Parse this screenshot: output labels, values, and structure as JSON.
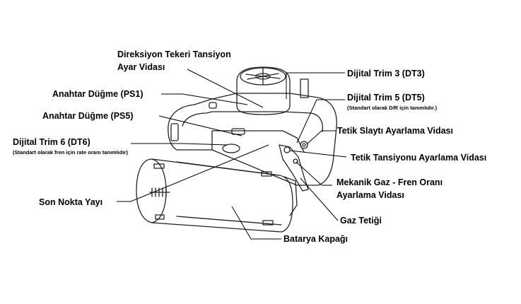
{
  "labels": {
    "steering_tension_l1": "Direksiyon Tekeri Tansiyon",
    "steering_tension_l2": "Ayar Vidası",
    "ps1": "Anahtar Düğme (PS1)",
    "ps5": "Anahtar Düğme (PS5)",
    "dt6": "Dijital Trim 6 (DT6)",
    "dt6_note": "(Standart olarak fren için rate oranı tanımlıdır)",
    "end_spring": "Son Nokta Yayı",
    "dt3": "Dijital Trim 3 (DT3)",
    "dt5": "Dijital Trim 5 (DT5)",
    "dt5_note": "(Standart olarak D/R için tanımlıdır.)",
    "trigger_slide": "Tetik Slaytı Ayarlama Vidası",
    "trigger_tension": "Tetik Tansiyonu Ayarlama  Vidası",
    "mech_ratio_l1": "Mekanik Gaz - Fren Oranı",
    "mech_ratio_l2": "Ayarlama Vidası",
    "throttle_trigger": "Gaz Tetiği",
    "battery_cover": "Batarya Kapağı"
  },
  "colors": {
    "line": "#000000",
    "background": "#ffffff"
  }
}
